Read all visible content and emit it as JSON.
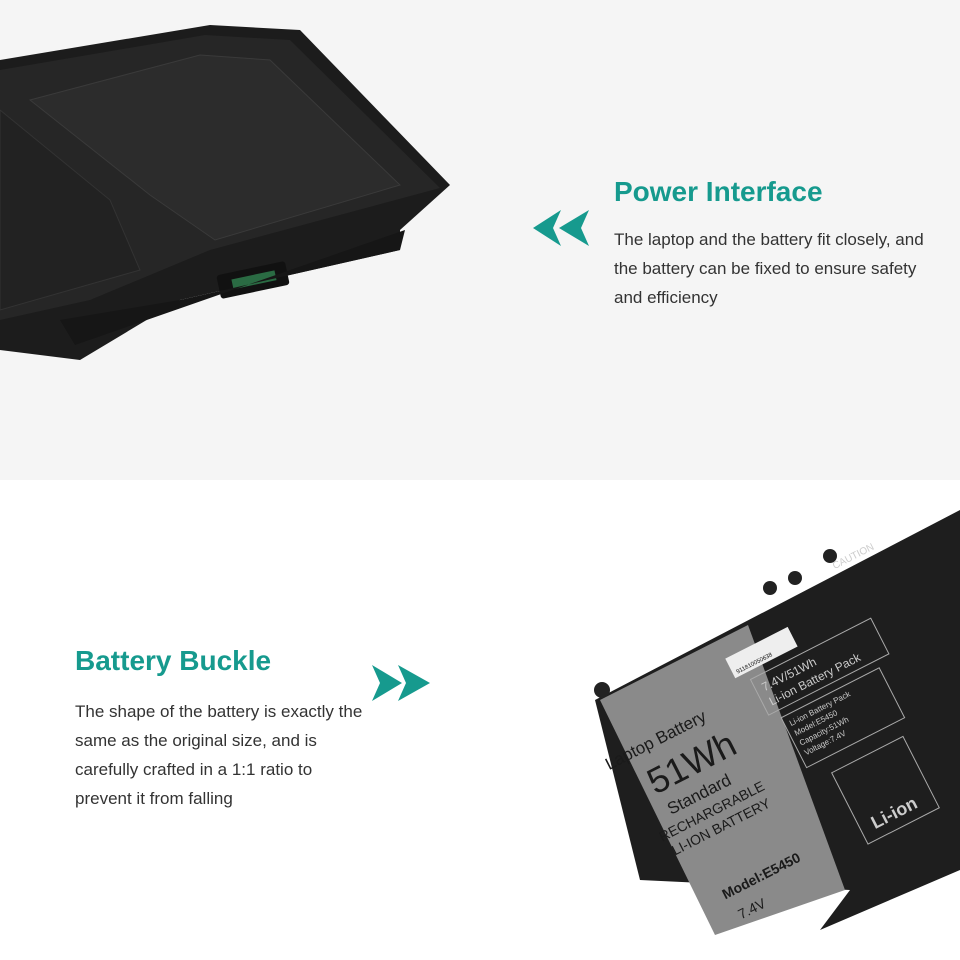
{
  "accent_color": "#169a8e",
  "sections": [
    {
      "title": "Power Interface",
      "description": "The laptop and the battery fit closely, and the battery can be fixed to ensure safety and efficiency",
      "arrow_icon": "double-chevron-left"
    },
    {
      "title": "Battery Buckle",
      "description": "The shape of the battery is exactly the same as the original size, and is carefully crafted in a 1:1 ratio to prevent it from falling",
      "arrow_icon": "double-chevron-right"
    }
  ],
  "battery_label": {
    "line1": "Laptop Battery",
    "capacity": "51Wh",
    "line3": "Standard",
    "line4": "RECHARGRABLE",
    "line5": "LI-ION BATTERY",
    "model": "Model:E5450",
    "voltage": "7.4V",
    "box1_line1": "7.4V/51Wh",
    "box1_line2": "Li-ion Battery Pack",
    "box2": [
      "Li-ion Battery Pack",
      "Model:E5450",
      "Capacity:51Wh",
      "Voltage:7.4V"
    ],
    "liion": "Li-ion",
    "caution": "CAUTION",
    "barcode": "911810050638"
  }
}
